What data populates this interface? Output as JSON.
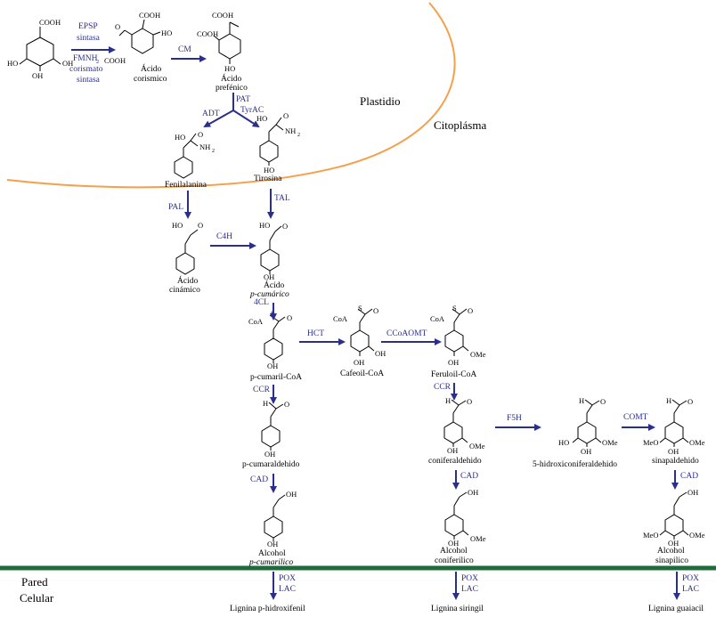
{
  "regions": {
    "plastid": "Plastidio",
    "cytoplasm": "Citoplásma",
    "cell_wall_line1": "Pared",
    "cell_wall_line2": "Celular"
  },
  "enzymes": {
    "epsp_1": "EPSP",
    "epsp_2": "sintasa",
    "fmnh_1": "FMNH",
    "fmnh_sub": "2",
    "fmnh_2": "corismato",
    "fmnh_3": "sintasa",
    "cm": "CM",
    "adt": "ADT",
    "pat": "PAT",
    "tyrac": "TyrAC",
    "pal": "PAL",
    "tal": "TAL",
    "c4h": "C4H",
    "4cl": "4CL",
    "hct": "HCT",
    "ccoaomt": "CCoAOMT",
    "ccr_1": "CCR",
    "ccr_2": "CCR",
    "f5h": "F5H",
    "comt": "COMT",
    "cad_1": "CAD",
    "cad_2": "CAD",
    "cad_3": "CAD",
    "pox_1": "POX",
    "lac_1": "LAC",
    "pox_2": "POX",
    "lac_2": "LAC",
    "pox_3": "POX",
    "lac_3": "LAC"
  },
  "compounds": {
    "chorismic_1": "Ácido",
    "chorismic_2": "corismico",
    "prephenic_1": "Ácido",
    "prephenic_2": "prefénico",
    "phenylalanine": "Fenilalanina",
    "tyrosine": "Tirosina",
    "cinnamic_1": "Ácido",
    "cinnamic_2": "cinámico",
    "pcoumaric_1": "Ácido",
    "pcoumaric_2": "p-cumárico",
    "pcoumaroyl_coa": "p-cumaril-CoA",
    "caffeoyl_coa": "Cafeoil-CoA",
    "feruloyl_coa": "Feruloil-CoA",
    "pcoumaraldehyde": "p-cumaraldehido",
    "coniferaldehyde": "coniferaldehido",
    "hydroxyconiferaldehyde": "5-hidroxiconiferaldehido",
    "sinapaldehyde": "sinapaldehido",
    "pcoumaryl_alcohol_1": "Alcohol",
    "pcoumaryl_alcohol_2": "p-cumarilico",
    "coniferyl_alcohol_1": "Alcohol",
    "coniferyl_alcohol_2": "coniferilico",
    "sinapyl_alcohol_1": "Alcohol",
    "sinapyl_alcohol_2": "sinapilico"
  },
  "lignins": {
    "h": "Lignina p-hidroxifenil",
    "s": "Lignina siringil",
    "g": "Lignina guaiacil"
  },
  "atoms": {
    "cooh": "COOH",
    "ho": "HO",
    "oh": "OH",
    "o": "O",
    "nh2": "NH",
    "nh2_sub": "2",
    "coa": "CoA",
    "s": "S",
    "h": "H",
    "ome": "OMe",
    "meo": "MeO"
  },
  "colors": {
    "enzyme_arrow": "#2b2f8c",
    "plastid_membrane": "#f5a04a",
    "cell_wall": "#1f6b3a"
  }
}
